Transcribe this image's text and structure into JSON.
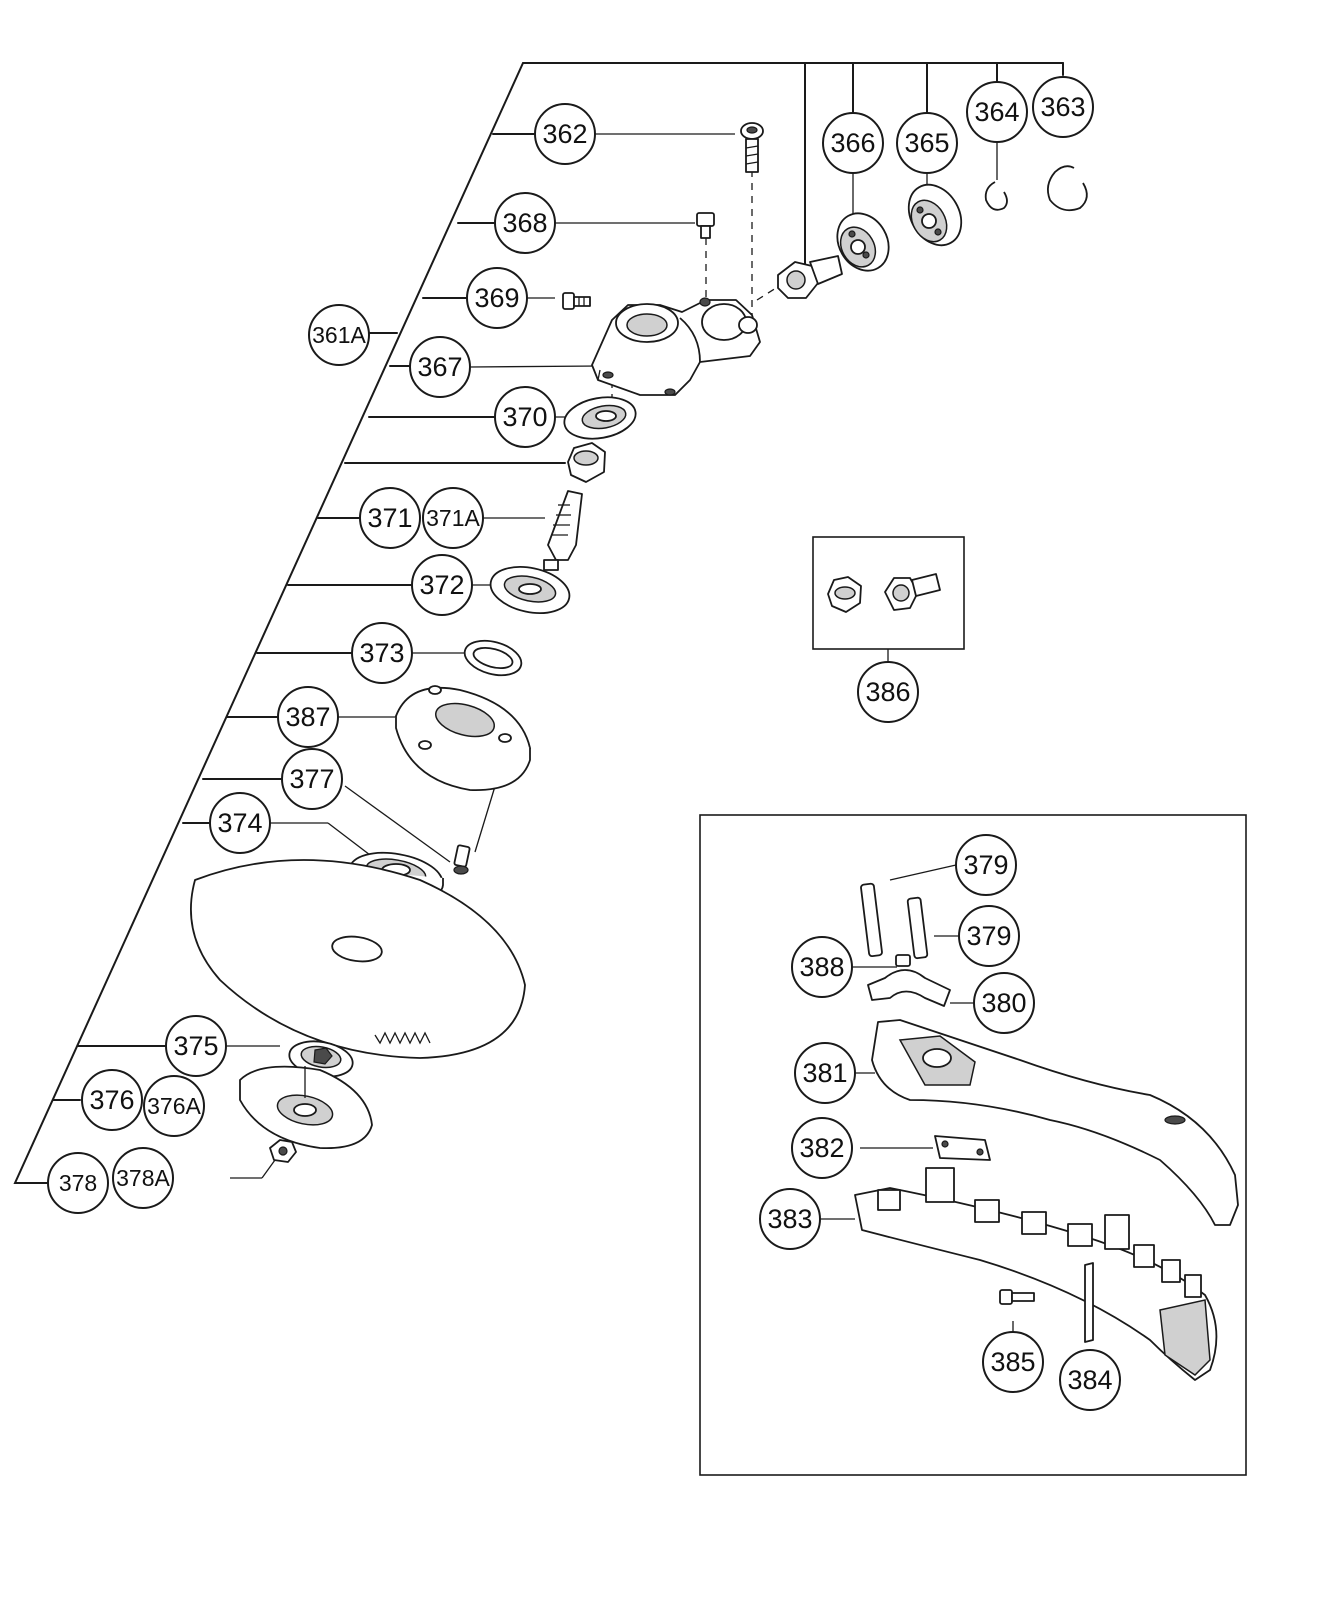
{
  "callouts": {
    "c361A": "361A",
    "c362": "362",
    "c363": "363",
    "c364": "364",
    "c365": "365",
    "c366": "366",
    "c367": "367",
    "c368": "368",
    "c369": "369",
    "c370": "370",
    "c371": "371",
    "c371A": "371A",
    "c372": "372",
    "c373": "373",
    "c374": "374",
    "c375": "375",
    "c376": "376",
    "c376A": "376A",
    "c377": "377",
    "c378": "378",
    "c378A": "378A",
    "c379a": "379",
    "c379b": "379",
    "c380": "380",
    "c381": "381",
    "c382": "382",
    "c383": "383",
    "c384": "384",
    "c385": "385",
    "c386": "386",
    "c387": "387",
    "c388": "388"
  }
}
